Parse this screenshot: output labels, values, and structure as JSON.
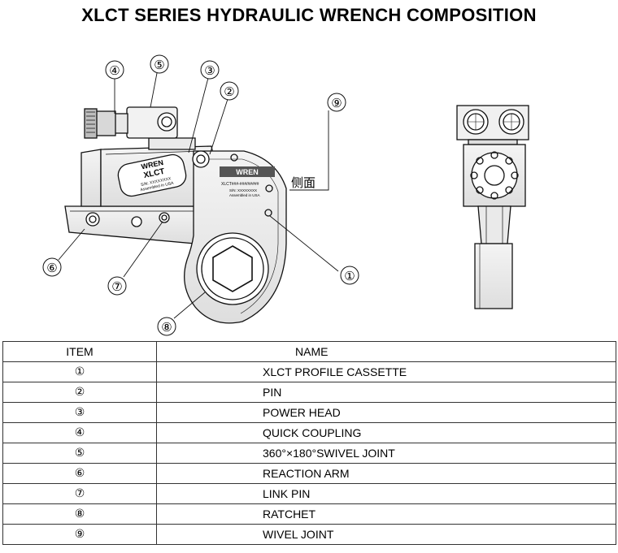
{
  "title": "XLCT SERIES HYDRAULIC WRENCH COMPOSITION",
  "drawing": {
    "callouts": [
      "④",
      "⑤",
      "③",
      "②",
      "⑨",
      "⑥",
      "⑦",
      "①",
      "⑧"
    ],
    "side_label": "侧面",
    "nameplate": {
      "brand": "WREN",
      "model": "XLCT",
      "serial": "S/N: XXXXXXXX",
      "origin": "Assembled in USA"
    },
    "cassette_label": {
      "brand": "WREN",
      "code": "XLCT###-###/#####",
      "serial": "S/N: XXXXXXXX",
      "origin": "Assembled in USA"
    }
  },
  "table": {
    "headers": {
      "item": "ITEM",
      "name": "NAME"
    },
    "rows": [
      {
        "num": "①",
        "name": "XLCT PROFILE CASSETTE"
      },
      {
        "num": "②",
        "name": "PIN"
      },
      {
        "num": "③",
        "name": "POWER HEAD"
      },
      {
        "num": "④",
        "name": "QUICK COUPLING"
      },
      {
        "num": "⑤",
        "name": "360°×180°SWIVEL JOINT"
      },
      {
        "num": "⑥",
        "name": "REACTION ARM"
      },
      {
        "num": "⑦",
        "name": "LINK PIN"
      },
      {
        "num": "⑧",
        "name": "RATCHET"
      },
      {
        "num": "⑨",
        "name": "WIVEL  JOINT"
      }
    ]
  }
}
